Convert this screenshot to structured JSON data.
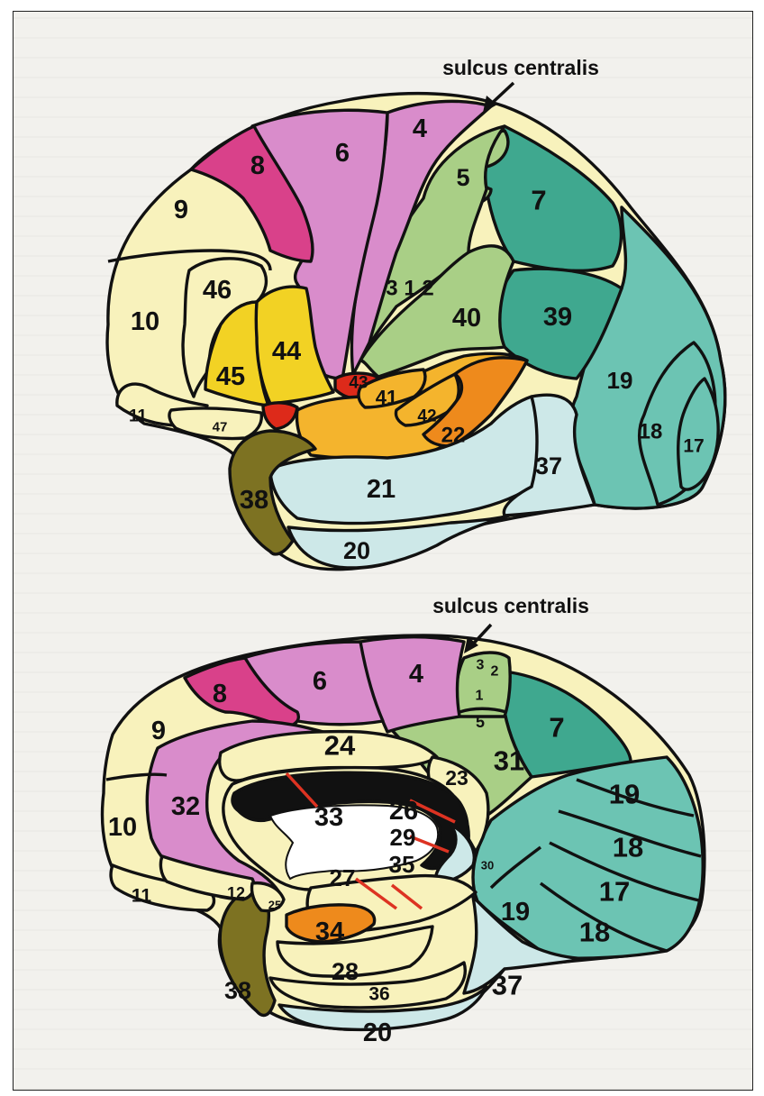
{
  "labels": {
    "lateral_heading": "sulcus centralis",
    "medial_heading": "sulcus centralis"
  },
  "areas": {
    "lateral": [
      "8",
      "6",
      "4",
      "5",
      "7",
      "9",
      "46",
      "10",
      "3 1 2",
      "40",
      "39",
      "45",
      "44",
      "43",
      "41",
      "42",
      "22",
      "19",
      "18",
      "17",
      "11",
      "47",
      "37",
      "21",
      "38",
      "20"
    ],
    "medial": [
      "8",
      "6",
      "4",
      "3",
      "2",
      "1",
      "5",
      "7",
      "9",
      "24",
      "31",
      "23",
      "19",
      "32",
      "10",
      "33",
      "26",
      "29",
      "18",
      "30",
      "35",
      "27",
      "17",
      "11",
      "12",
      "25",
      "19",
      "34",
      "18",
      "28",
      "38",
      "37",
      "36",
      "20"
    ]
  },
  "colors": {
    "cream": "#f8f2bc",
    "magenta": "#d9418a",
    "lilac": "#d98ccb",
    "light_green": "#a9cf86",
    "teal": "#3fa88f",
    "sea_green": "#6cc4b3",
    "yellow": "#f2d224",
    "red": "#dd2a1a",
    "orange_yellow": "#f4b42d",
    "orange": "#ee8a1c",
    "pale_blue": "#cde8e8",
    "olive": "#7d7222",
    "corpus_callosum": "#111111"
  }
}
